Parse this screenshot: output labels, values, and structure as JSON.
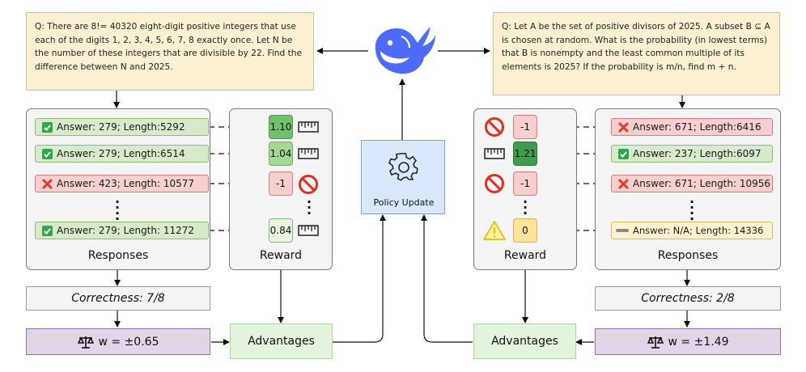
{
  "left": {
    "question": "Q: There are 8!= 40320 eight-digit positive integers that use each of the digits 1, 2, 3, 4, 5, 6, 7, 8 exactly once. Let N be the number of these integers that are divisible by 22. Find the difference between N and 2025.",
    "responses": [
      {
        "text": "Answer: 279;  Length:5292",
        "status": "correct"
      },
      {
        "text": "Answer: 279;  Length:6514",
        "status": "correct"
      },
      {
        "text": "Answer: 423; Length: 10577",
        "status": "wrong"
      },
      {
        "text": "Answer: 279;  Length: 11272",
        "status": "correct"
      }
    ],
    "rewards": [
      "1.10",
      "1.04",
      "-1",
      "0.84"
    ],
    "responses_label": "Responses",
    "reward_label": "Reward",
    "correctness": "Correctness: 7/8",
    "weight": "w = ±0.65",
    "advantages": "Advantages"
  },
  "right": {
    "question": "Q: Let A be the set of positive divisors of 2025. A subset B ⊆ A is chosen at random. What is the probability (in lowest terms) that B is nonempty and the least common multiple of its elements is 2025? If the probability is m/n, find m + n.",
    "responses": [
      {
        "text": "Answer: 671;  Length:6416",
        "status": "wrong"
      },
      {
        "text": "Answer: 237;  Length:6097",
        "status": "correct"
      },
      {
        "text": "Answer: 671; Length: 10956",
        "status": "wrong"
      },
      {
        "text": "Answer: N/A;  Length: 14336",
        "status": "na"
      }
    ],
    "rewards": [
      "-1",
      "1.21",
      "-1",
      "0"
    ],
    "responses_label": "Responses",
    "reward_label": "Reward",
    "correctness": "Correctness: 2/8",
    "weight": "w = ±1.49",
    "advantages": "Advantages"
  },
  "policy_update": "Policy Update",
  "colors": {
    "question_bg": "#fbf1d2",
    "correct_bg": "#d7ebcb",
    "wrong_bg": "#f6cfce",
    "na_bg": "#fff2cc",
    "weight_bg": "#e1d5e7",
    "advantage_bg": "#e3f4dd",
    "policy_bg": "#dae8fc",
    "whale_blue": "#4d6bfe"
  },
  "icons": [
    "whale-logo",
    "gear-icon",
    "check-icon",
    "cross-icon",
    "ruler-icon",
    "prohibited-icon",
    "warning-icon",
    "balance-scale-icon",
    "dash-icon"
  ]
}
